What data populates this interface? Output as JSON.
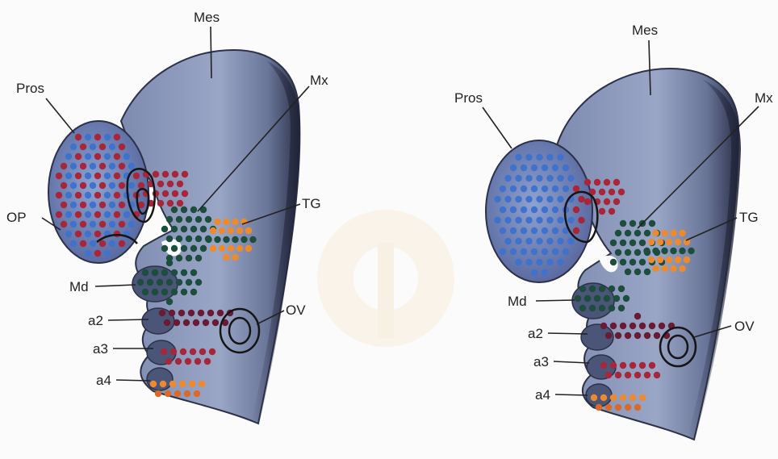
{
  "panels": [
    {
      "id": "left",
      "labels": {
        "mes": "Mes",
        "pros": "Pros",
        "mx": "Mx",
        "op": "OP",
        "tg": "TG",
        "md": "Md",
        "ov": "OV",
        "a2": "a2",
        "a3": "a3",
        "a4": "a4"
      }
    },
    {
      "id": "right",
      "labels": {
        "mes": "Mes",
        "pros": "Pros",
        "mx": "Mx",
        "tg": "TG",
        "md": "Md",
        "ov": "OV",
        "a2": "a2",
        "a3": "a3",
        "a4": "a4"
      }
    }
  ],
  "colors": {
    "background": "#fbfbfb",
    "embryo_dark": "#2c3149",
    "embryo_mid": "#5d6b93",
    "embryo_light": "#a8b4d2",
    "dot_blue": "#3f72cc",
    "dot_red": "#a8263a",
    "dot_maroon": "#6b1a33",
    "dot_green": "#1d4d3c",
    "dot_orange": "#ee8a2e",
    "outline": "#151515",
    "label": "#222222"
  }
}
